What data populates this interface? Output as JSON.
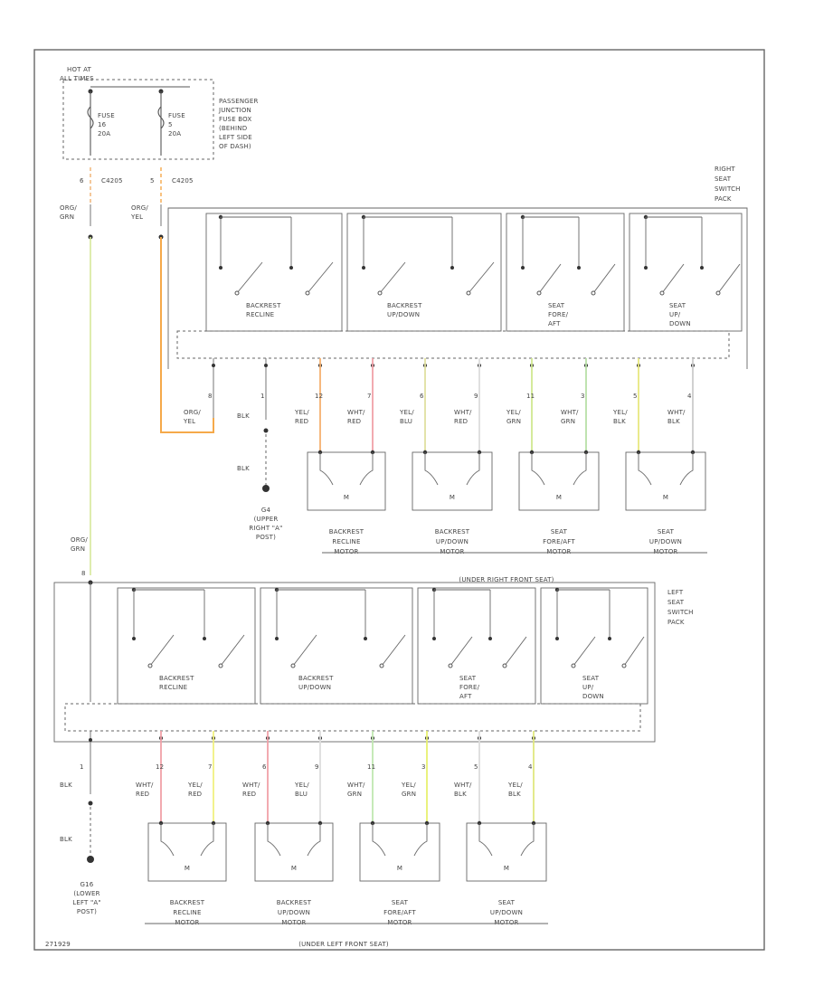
{
  "top_power": {
    "hot_at": "HOT AT",
    "all_times": "ALL TIMES"
  },
  "fuses": [
    {
      "name": "FUSE",
      "number": "16",
      "rating": "20A"
    },
    {
      "name": "FUSE",
      "number": "5",
      "rating": "20A"
    }
  ],
  "fuse_box": [
    "PASSENGER",
    "JUNCTION",
    "FUSE BOX",
    "(BEHIND",
    "LEFT SIDE",
    "OF DASH)"
  ],
  "connectors": [
    {
      "pin": "6",
      "id": "C4205"
    },
    {
      "pin": "5",
      "id": "C4205"
    }
  ],
  "feed_wires": [
    {
      "color_line1": "ORG/",
      "color_line2": "GRN",
      "stroke": "#f0b070"
    },
    {
      "color_line1": "ORG/",
      "color_line2": "YEL",
      "stroke": "#f5a94a"
    }
  ],
  "right_pack": {
    "label": [
      "RIGHT",
      "SEAT",
      "SWITCH",
      "PACK"
    ],
    "switches": [
      {
        "line1": "BACKREST",
        "line2": "RECLINE"
      },
      {
        "line1": "BACKREST",
        "line2": "UP/DOWN"
      },
      {
        "line1": "SEAT",
        "line2": "FORE/",
        "line3": "AFT"
      },
      {
        "line1": "SEAT",
        "line2": "UP/",
        "line3": "DOWN"
      }
    ],
    "supply_pin": "8",
    "supply_color1": "ORG/",
    "supply_color2": "YEL",
    "ground_pin": "1",
    "ground_color": "BLK",
    "ground_color2": "BLK",
    "ground_location": [
      "G4",
      "(UPPER",
      "RIGHT \"A\"",
      "POST)"
    ],
    "motor_wires": [
      {
        "pin": "12",
        "c1": "YEL/",
        "c2": "RED",
        "stroke": "#f5b070"
      },
      {
        "pin": "7",
        "c1": "WHT/",
        "c2": "RED",
        "stroke": "#f0a0a8"
      },
      {
        "pin": "6",
        "c1": "YEL/",
        "c2": "BLU",
        "stroke": "#e0e0a0"
      },
      {
        "pin": "9",
        "c1": "WHT/",
        "c2": "RED",
        "stroke": "#dddddd"
      },
      {
        "pin": "11",
        "c1": "YEL/",
        "c2": "GRN",
        "stroke": "#d0e890"
      },
      {
        "pin": "3",
        "c1": "WHT/",
        "c2": "GRN",
        "stroke": "#b8e0a8"
      },
      {
        "pin": "5",
        "c1": "YEL/",
        "c2": "BLK",
        "stroke": "#e8e880"
      },
      {
        "pin": "4",
        "c1": "WHT/",
        "c2": "BLK",
        "stroke": "#cccccc"
      }
    ],
    "motors": [
      {
        "line1": "BACKREST",
        "line2": "RECLINE",
        "line3": "MOTOR"
      },
      {
        "line1": "BACKREST",
        "line2": "UP/DOWN",
        "line3": "MOTOR"
      },
      {
        "line1": "SEAT",
        "line2": "FORE/AFT",
        "line3": "MOTOR"
      },
      {
        "line1": "SEAT",
        "line2": "UP/DOWN",
        "line3": "MOTOR"
      }
    ],
    "motor_symbol": "M",
    "location": "(UNDER RIGHT FRONT SEAT)"
  },
  "left_feed": {
    "c1": "ORG/",
    "c2": "GRN",
    "pin": "8"
  },
  "left_pack": {
    "label": [
      "LEFT",
      "SEAT",
      "SWITCH",
      "PACK"
    ],
    "switches": [
      {
        "line1": "BACKREST",
        "line2": "RECLINE"
      },
      {
        "line1": "BACKREST",
        "line2": "UP/DOWN"
      },
      {
        "line1": "SEAT",
        "line2": "FORE/",
        "line3": "AFT"
      },
      {
        "line1": "SEAT",
        "line2": "UP/",
        "line3": "DOWN"
      }
    ],
    "ground_pin": "1",
    "ground_color": "BLK",
    "ground_color2": "BLK",
    "ground_location": [
      "G16",
      "(LOWER",
      "LEFT \"A\"",
      "POST)"
    ],
    "motor_wires": [
      {
        "pin": "12",
        "c1": "WHT/",
        "c2": "RED",
        "stroke": "#f0a0a8"
      },
      {
        "pin": "7",
        "c1": "YEL/",
        "c2": "RED",
        "stroke": "#f0f080"
      },
      {
        "pin": "6",
        "c1": "WHT/",
        "c2": "RED",
        "stroke": "#f0a0a8"
      },
      {
        "pin": "9",
        "c1": "YEL/",
        "c2": "BLU",
        "stroke": "#dddddd"
      },
      {
        "pin": "11",
        "c1": "WHT/",
        "c2": "GRN",
        "stroke": "#c0e8b0"
      },
      {
        "pin": "3",
        "c1": "YEL/",
        "c2": "GRN",
        "stroke": "#e8f070"
      },
      {
        "pin": "5",
        "c1": "WHT/",
        "c2": "BLK",
        "stroke": "#dddddd"
      },
      {
        "pin": "4",
        "c1": "YEL/",
        "c2": "BLK",
        "stroke": "#e0e880"
      }
    ],
    "motors": [
      {
        "line1": "BACKREST",
        "line2": "RECLINE",
        "line3": "MOTOR"
      },
      {
        "line1": "BACKREST",
        "line2": "UP/DOWN",
        "line3": "MOTOR"
      },
      {
        "line1": "SEAT",
        "line2": "FORE/AFT",
        "line3": "MOTOR"
      },
      {
        "line1": "SEAT",
        "line2": "UP/DOWN",
        "line3": "MOTOR"
      }
    ],
    "motor_symbol": "M",
    "location": "(UNDER LEFT FRONT SEAT)"
  },
  "figure_id": "271929"
}
